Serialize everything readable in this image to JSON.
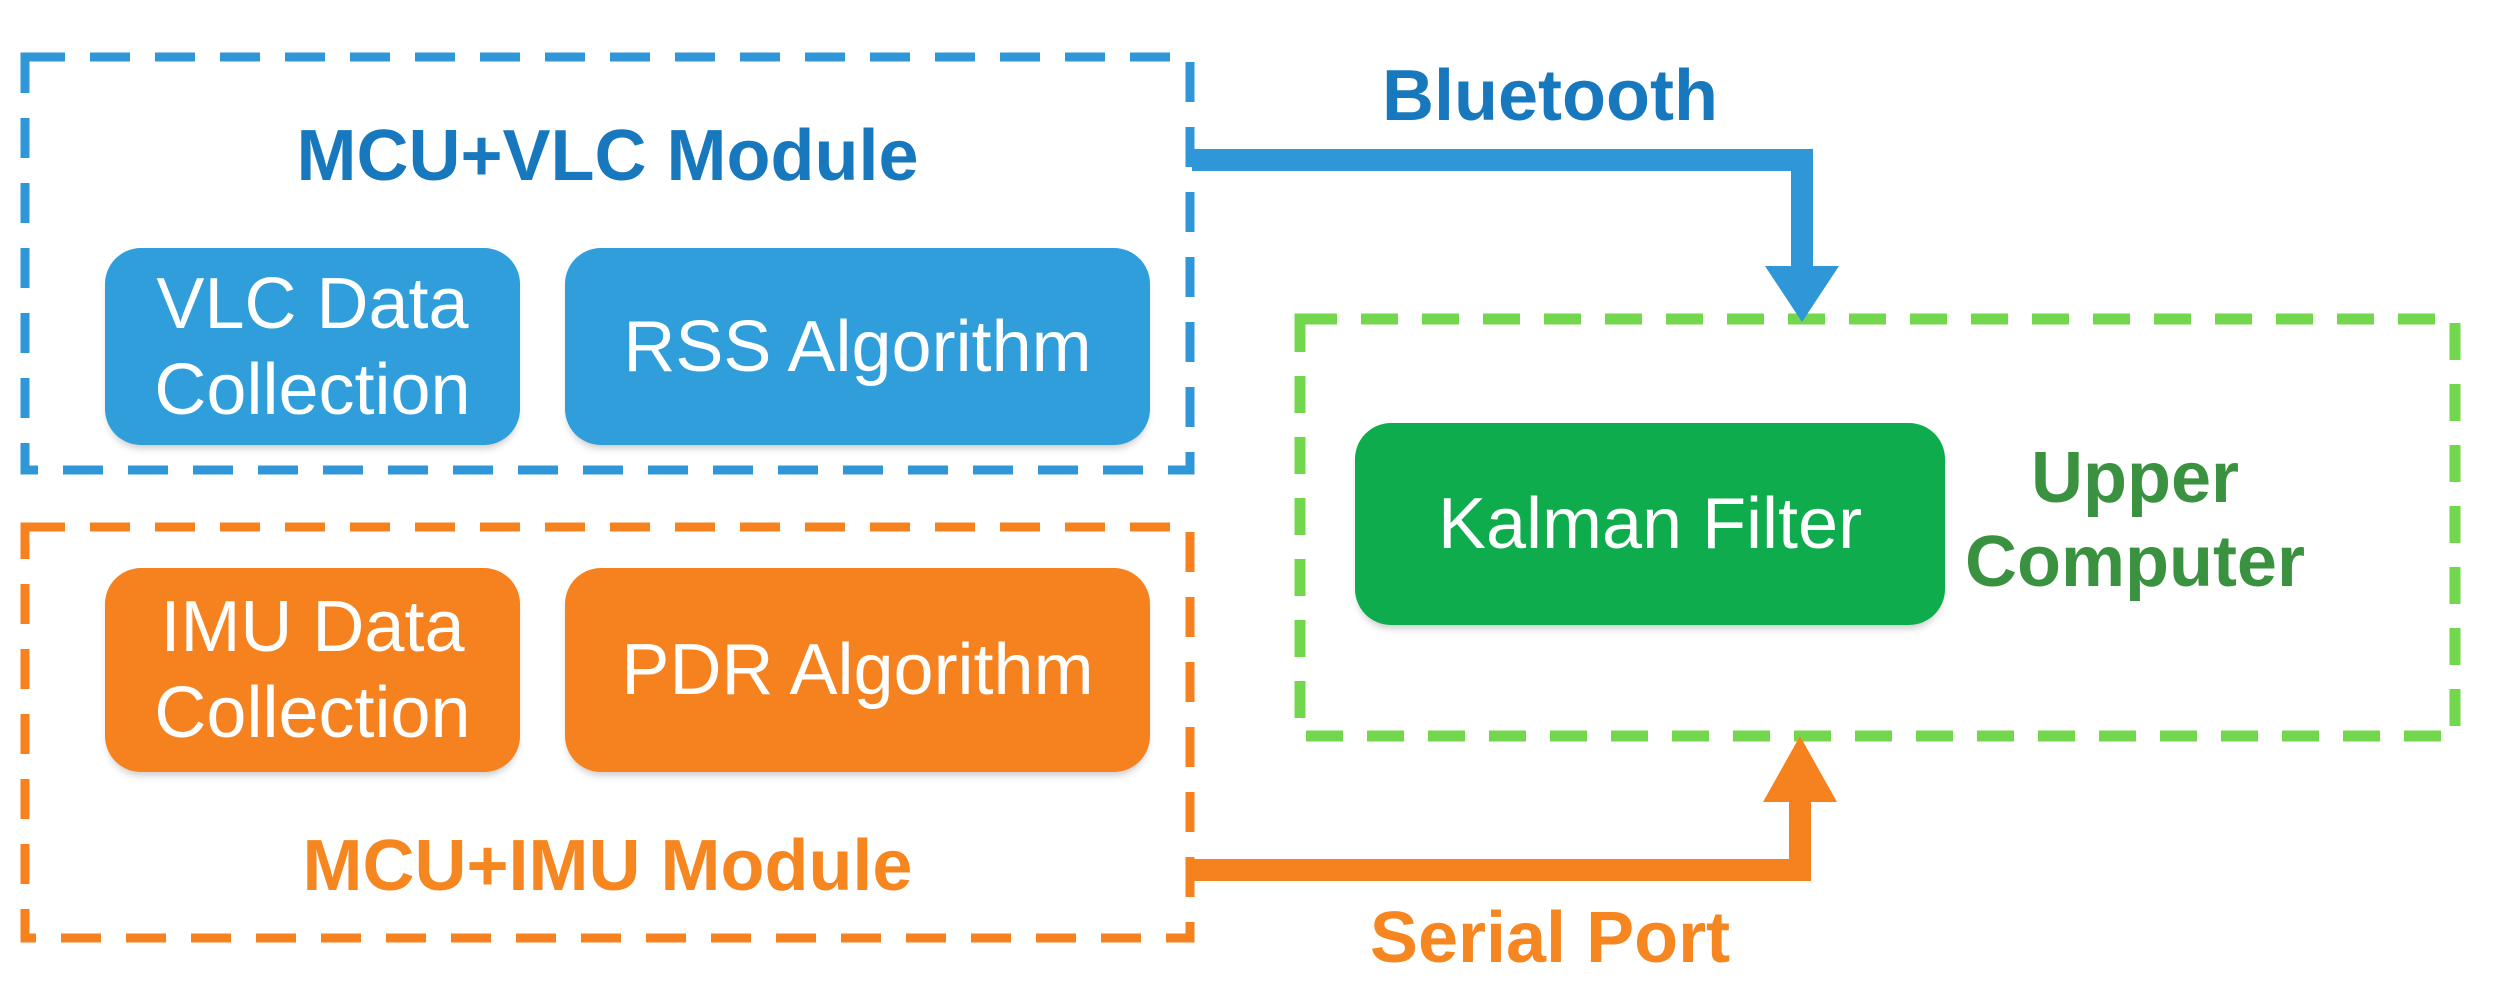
{
  "colors": {
    "background": "#FFFFFF",
    "blue_fill": "#2F9EDA",
    "blue_dash": "#2F96D7",
    "blue_text": "#1878BE",
    "orange_fill": "#F6811F",
    "orange_dash": "#F6821F",
    "orange_text": "#F6861F",
    "green_fill": "#0FAC4E",
    "green_dash": "#73D74D",
    "green_text": "#3A9240",
    "box_label": "#FFFFFF"
  },
  "vlc_module": {
    "title": "MCU+VLC Module",
    "boxes": [
      {
        "label": "VLC Data Collection"
      },
      {
        "label": "RSS Algorithm"
      }
    ]
  },
  "imu_module": {
    "title": "MCU+IMU Module",
    "boxes": [
      {
        "label": "IMU Data Collection"
      },
      {
        "label": "PDR Algorithm"
      }
    ]
  },
  "upper_computer": {
    "title": "Upper Computer",
    "boxes": [
      {
        "label": "Kalman Filter"
      }
    ]
  },
  "connections": [
    {
      "label": "Bluetooth",
      "from": "MCU+VLC Module",
      "to": "Upper Computer"
    },
    {
      "label": "Serial Port",
      "from": "MCU+IMU Module",
      "to": "Upper Computer"
    }
  ]
}
